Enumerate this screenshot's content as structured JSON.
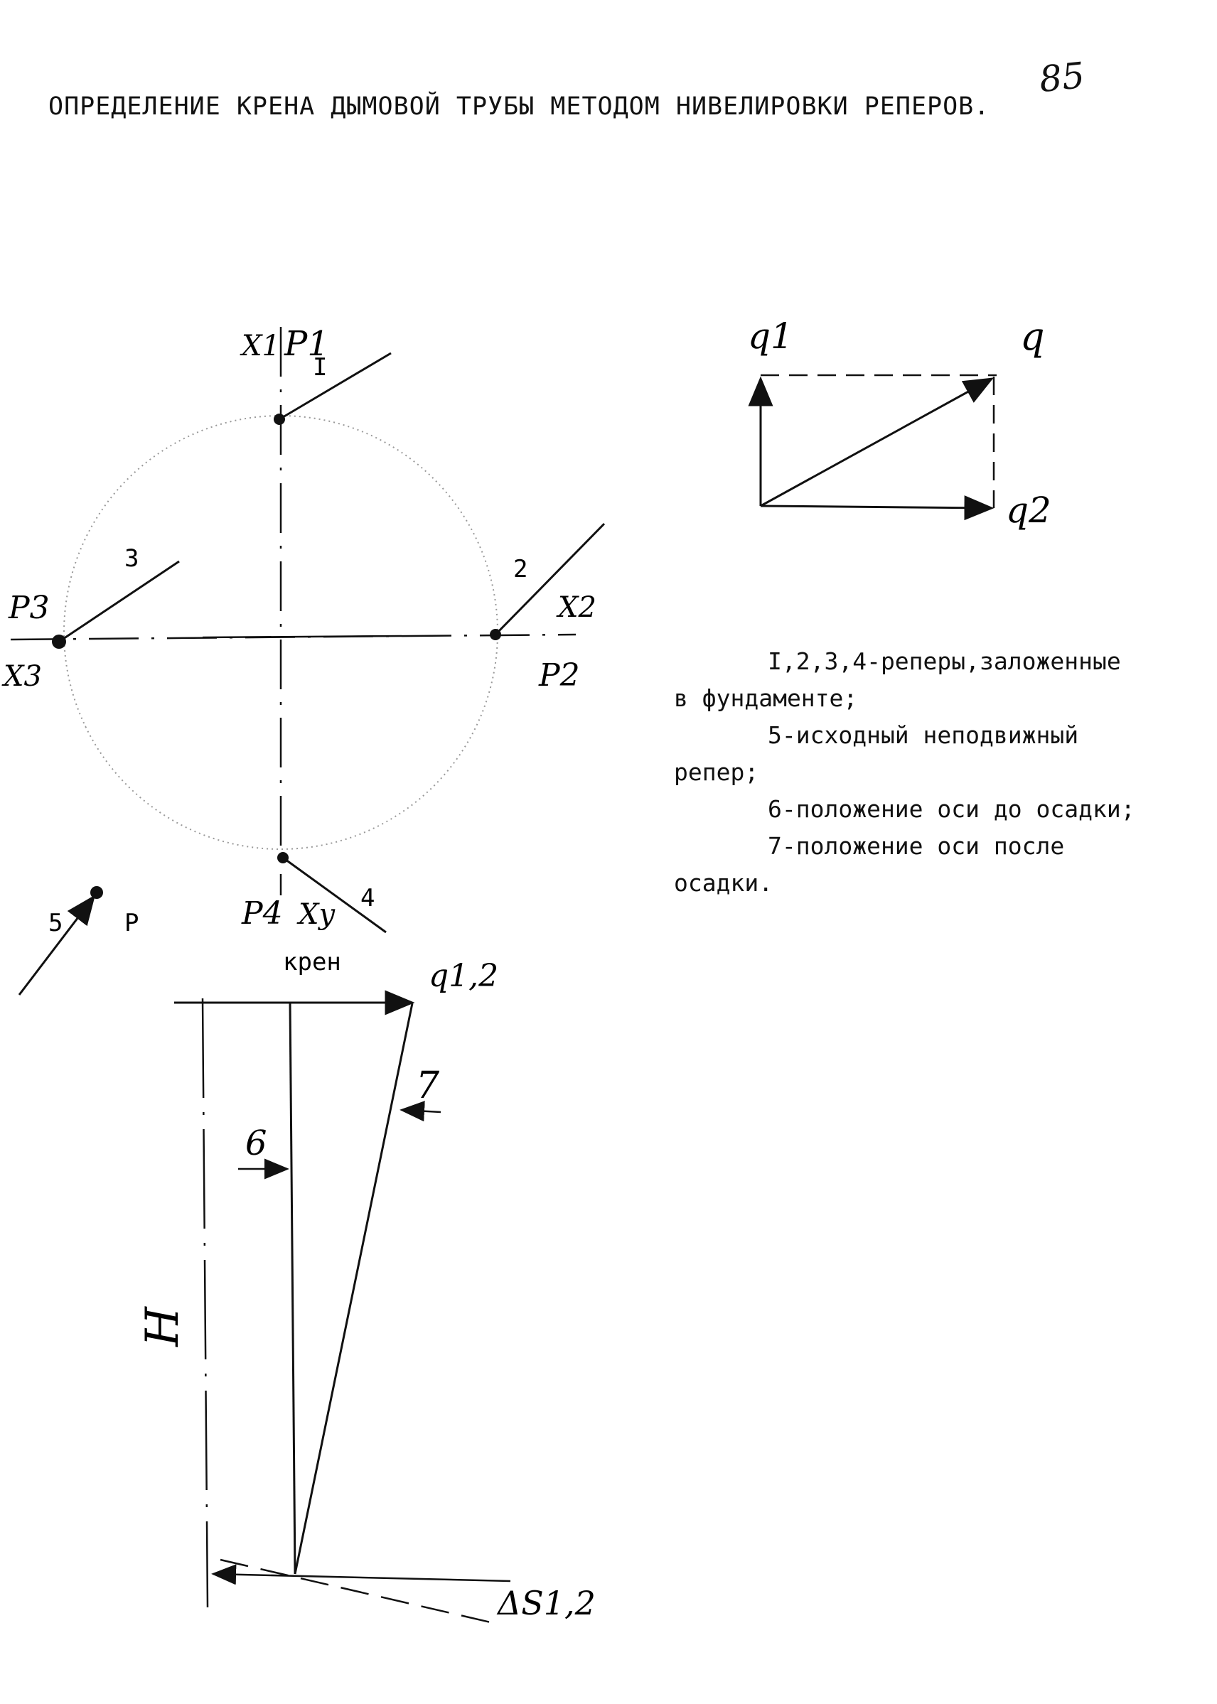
{
  "title": "ОПРЕДЕЛЕНИЕ КРЕНА ДЫМОВОЙ ТРУБЫ МЕТОДОМ НИВЕЛИРОВКИ РЕПЕРОВ.",
  "page_number": "85",
  "plan": {
    "benchmark_1": {
      "number": "I",
      "label_p": "P1",
      "label_x": "X1"
    },
    "benchmark_2": {
      "number": "2",
      "label_p": "P2",
      "label_x": "X2"
    },
    "benchmark_3": {
      "number": "3",
      "label_p": "P3",
      "label_x": "X3"
    },
    "benchmark_4": {
      "number": "4",
      "label_p": "P4",
      "label_x": "Xy"
    },
    "benchmark_5": {
      "number": "5",
      "label": "P"
    }
  },
  "vector": {
    "label_q": "q",
    "label_q1": "q1",
    "label_q2": "q2"
  },
  "section": {
    "heel_label": "крен",
    "top_label": "q1,2",
    "axis_before_label": "6",
    "axis_after_label": "7",
    "height_label": "H",
    "settlement_label": "ΔS1,2"
  },
  "legend": [
    "I,2,3,4-реперы,заложенные",
    "в фундаменте;",
    "5-исходный неподвижный",
    "репер;",
    "6-положение оси до осадки;",
    "7-положение оси после",
    "осадки."
  ]
}
